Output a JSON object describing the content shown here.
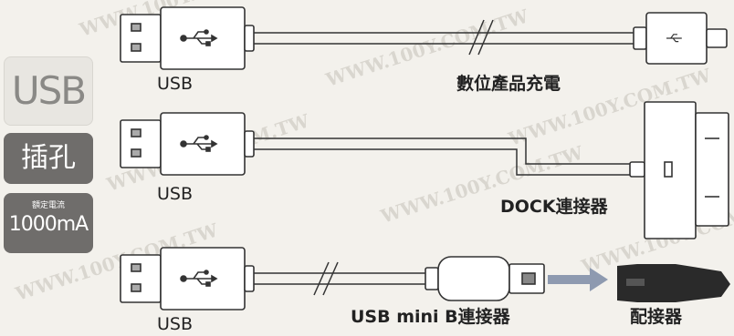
{
  "sidebar": {
    "usb_word": "USB",
    "socket_label": "插孔",
    "rated_label": "額定電流",
    "rated_value": "1000mA"
  },
  "rows": [
    {
      "plug_label": "USB",
      "target_label": "數位產品充電"
    },
    {
      "plug_label": "USB",
      "target_label": "DOCK連接器"
    },
    {
      "plug_label": "USB",
      "connector_label": "USB mini B連接器",
      "target_label": "配接器"
    }
  ],
  "watermark": "WWW.100Y.COM.TW",
  "colors": {
    "line": "#333333",
    "plug_fill": "#ffffff",
    "arrow": "#8e9ab0",
    "adapter": "#2a2a2a",
    "sidebar_dark": "#6f6d6b"
  }
}
